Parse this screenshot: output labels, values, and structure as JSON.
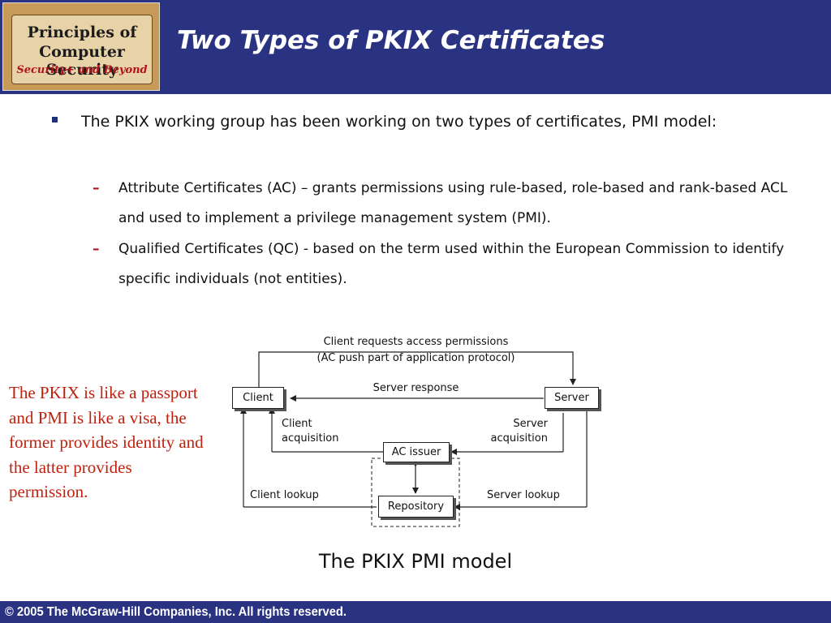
{
  "header": {
    "logo": {
      "line1": "Principles of",
      "line2": "Computer Security",
      "line3": "Security+ and Beyond"
    },
    "title": "Two Types of PKIX Certificates"
  },
  "content": {
    "bullet": "The PKIX working group has been working on two types of certificates, PMI model:",
    "dash_symbol": "–",
    "sub_bullets": [
      "Attribute Certificates (AC) – grants permissions using rule-based, role-based and rank-based ACL and used to implement a privilege management system (PMI).",
      "Qualified Certificates (QC) - based on the term used within the European Commission to identify specific individuals (not entities)."
    ]
  },
  "note": "The PKIX is like a passport and PMI is like a visa, the former provides identity and the latter provides permission.",
  "diagram": {
    "boxes": {
      "client": "Client",
      "server": "Server",
      "ac_issuer": "AC issuer",
      "repository": "Repository"
    },
    "labels": {
      "client_requests_line1": "Client requests access permissions",
      "client_requests_line2": "(AC push part of application protocol)",
      "server_response": "Server response",
      "client_acquisition_line1": "Client",
      "client_acquisition_line2": "acquisition",
      "server_acquisition_line1": "Server",
      "server_acquisition_line2": "acquisition",
      "client_lookup": "Client lookup",
      "server_lookup": "Server lookup"
    }
  },
  "caption": "The PKIX PMI model",
  "footer": "© 2005 The McGraw-Hill Companies, Inc. All rights reserved."
}
